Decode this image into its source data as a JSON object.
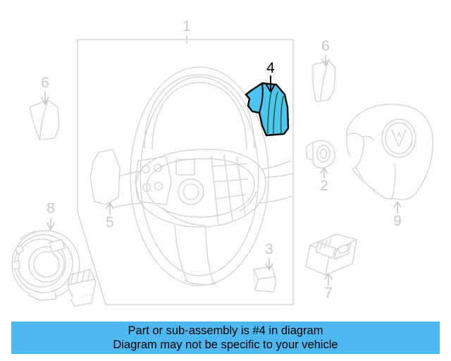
{
  "diagram": {
    "title": "Steering wheel and airbag assembly exploded parts diagram",
    "highlight_color": "#4fc3f2",
    "line_color": "#d2d2d2",
    "label_color": "#c9c9c9",
    "highlight_label_color": "#000000",
    "callouts": [
      {
        "id": "callout-1",
        "number": "1",
        "part": "steering-wheel-assembly",
        "highlighted": false
      },
      {
        "id": "callout-2",
        "number": "2",
        "part": "airbag-retaining-bolt",
        "highlighted": false
      },
      {
        "id": "callout-3",
        "number": "3",
        "part": "lower-trim-cover",
        "highlighted": false
      },
      {
        "id": "callout-4",
        "number": "4",
        "part": "multifunction-switch-module",
        "highlighted": true
      },
      {
        "id": "callout-5",
        "number": "5",
        "part": "left-spoke-trim-panel",
        "highlighted": false
      },
      {
        "id": "callout-6-left",
        "number": "6",
        "part": "spoke-cover-left",
        "highlighted": false
      },
      {
        "id": "callout-6-right",
        "number": "6",
        "part": "spoke-cover-right",
        "highlighted": false
      },
      {
        "id": "callout-7",
        "number": "7",
        "part": "switch-panel",
        "highlighted": false
      },
      {
        "id": "callout-8",
        "number": "8",
        "part": "clock-spring-coil",
        "highlighted": false
      },
      {
        "id": "callout-9",
        "number": "9",
        "part": "driver-airbag-module",
        "highlighted": false
      }
    ]
  },
  "footer": {
    "background_color": "#4db8f0",
    "line1": "Part or sub-assembly is #4 in diagram",
    "line2": "Diagram may not be specific to your vehicle"
  }
}
